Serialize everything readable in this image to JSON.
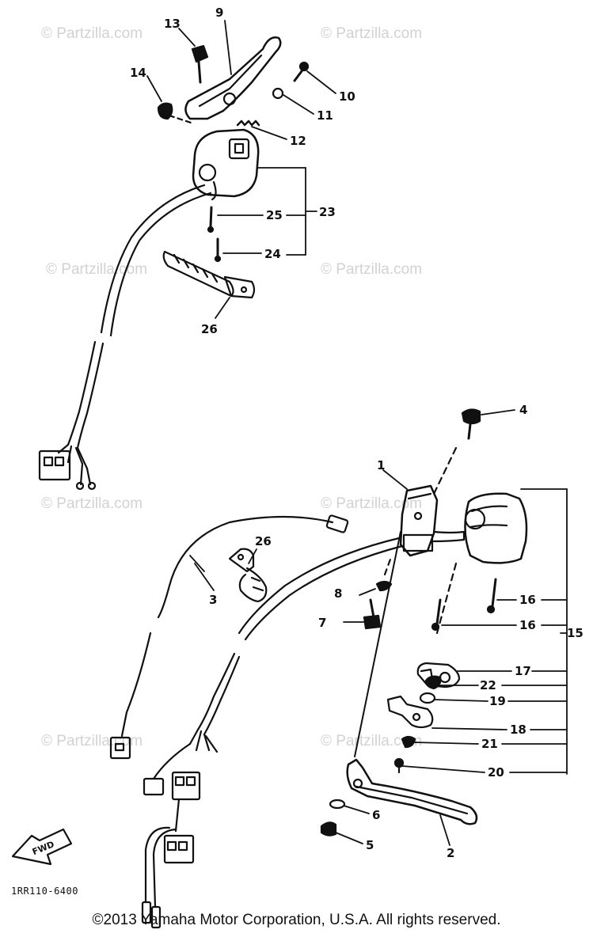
{
  "watermark_text": "© Partzilla.com",
  "diagram_code": "1RR110-6400",
  "fwd_label": "FWD",
  "copyright": "©2013  Yamaha Motor Corporation, U.S.A. All rights reserved.",
  "callouts": {
    "c1": "1",
    "c2": "2",
    "c3": "3",
    "c4": "4",
    "c5": "5",
    "c6": "6",
    "c7": "7",
    "c8": "8",
    "c9": "9",
    "c10": "10",
    "c11": "11",
    "c12": "12",
    "c13": "13",
    "c14": "14",
    "c15": "15",
    "c16a": "16",
    "c16b": "16",
    "c17": "17",
    "c18": "18",
    "c19": "19",
    "c20": "20",
    "c21": "21",
    "c22": "22",
    "c23": "23",
    "c24": "24",
    "c25": "25",
    "c26a": "26",
    "c26b": "26"
  }
}
